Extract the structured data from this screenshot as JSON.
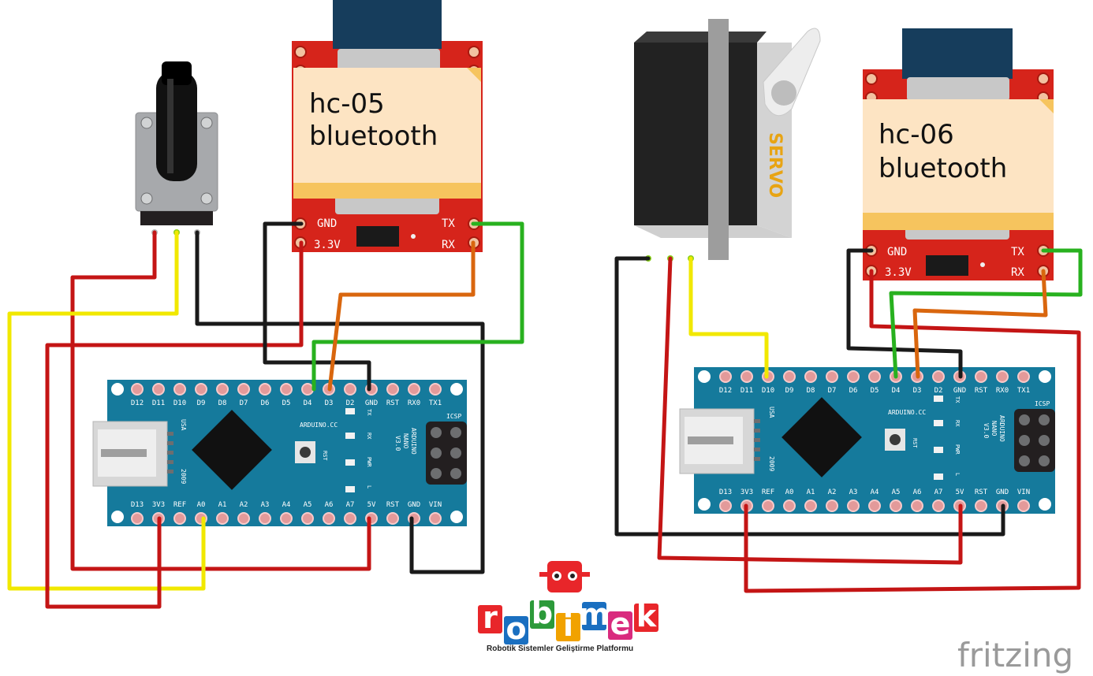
{
  "left_circuit": {
    "bluetooth": {
      "note_line1": "hc-05",
      "note_line2": "bluetooth",
      "pin_gnd": "GND",
      "pin_33v": "3.3V",
      "pin_tx": "TX",
      "pin_rx": "RX"
    },
    "arduino": {
      "top_pins": [
        "D12",
        "D11",
        "D10",
        "D9",
        "D8",
        "D7",
        "D6",
        "D5",
        "D4",
        "D3",
        "D2",
        "GND",
        "RST",
        "RX0",
        "TX1"
      ],
      "bottom_pins": [
        "D13",
        "3V3",
        "REF",
        "A0",
        "A1",
        "A2",
        "A3",
        "A4",
        "A5",
        "A6",
        "A7",
        "5V",
        "RST",
        "GND",
        "VIN"
      ],
      "brand": "ARDUINO.CC",
      "name_line1": "ARDUINO",
      "name_line2": "NANO",
      "name_line3": "V3.0",
      "usa": "USA",
      "year": "2009",
      "rst": "RST",
      "icsp": "ICSP",
      "led_tx": "TX",
      "led_rx": "RX",
      "led_pwr": "PWR",
      "led_l": "L"
    }
  },
  "right_circuit": {
    "servo_label": "SERVO",
    "bluetooth": {
      "note_line1": "hc-06",
      "note_line2": "bluetooth",
      "pin_gnd": "GND",
      "pin_33v": "3.3V",
      "pin_tx": "TX",
      "pin_rx": "RX"
    },
    "arduino": {
      "top_pins": [
        "D12",
        "D11",
        "D10",
        "D9",
        "D8",
        "D7",
        "D6",
        "D5",
        "D4",
        "D3",
        "D2",
        "GND",
        "RST",
        "RX0",
        "TX1"
      ],
      "bottom_pins": [
        "D13",
        "3V3",
        "REF",
        "A0",
        "A1",
        "A2",
        "A3",
        "A4",
        "A5",
        "A6",
        "A7",
        "5V",
        "RST",
        "GND",
        "VIN"
      ],
      "brand": "ARDUINO.CC",
      "name_line1": "ARDUINO",
      "name_line2": "NANO",
      "name_line3": "V3.0",
      "usa": "USA",
      "year": "2009",
      "rst": "RST",
      "icsp": "ICSP",
      "led_tx": "TX",
      "led_rx": "RX",
      "led_pwr": "PWR",
      "led_l": "L"
    }
  },
  "logo": {
    "letters": [
      "r",
      "o",
      "b",
      "i",
      "m",
      "e",
      "k"
    ],
    "letter_colors": [
      "#e8262a",
      "#1a6fc0",
      "#2c9a3a",
      "#f1a200",
      "#1a6fc0",
      "#d92b7e",
      "#e8262a"
    ],
    "tagline": "Robotik Sistemler Geliştirme Platformu"
  },
  "watermark": "fritzing",
  "colors": {
    "wire_red": "#c41515",
    "wire_black": "#1a1a1a",
    "wire_yellow": "#f1e800",
    "wire_green": "#28b11f",
    "wire_orange": "#d9660e",
    "board_blue": "#157a9c",
    "bt_red": "#d6241b",
    "note_bg": "#fde4c3"
  }
}
